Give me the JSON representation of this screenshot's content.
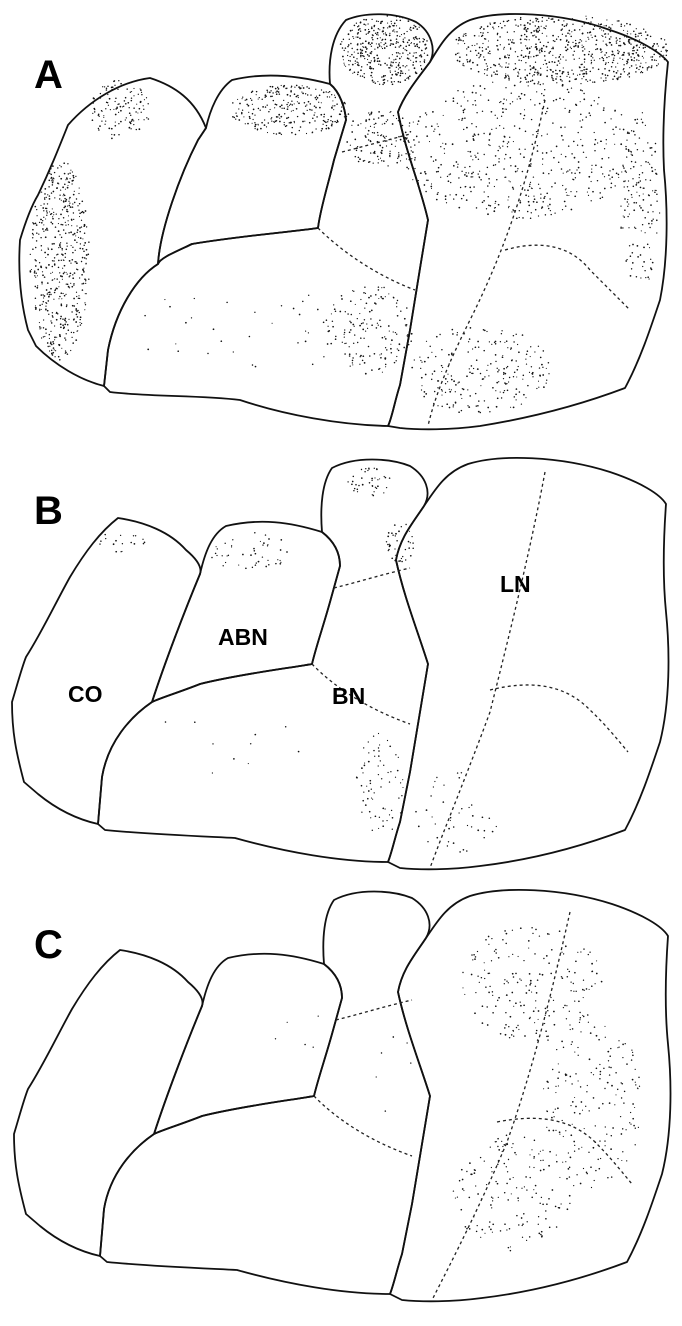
{
  "panels": [
    {
      "letter": "A",
      "density": "dense"
    },
    {
      "letter": "B",
      "density": "sparse"
    },
    {
      "letter": "C",
      "density": "lateral"
    }
  ],
  "region_labels": {
    "co": "CO",
    "abn": "ABN",
    "bn": "BN",
    "ln": "LN"
  },
  "colors": {
    "line": "#111111",
    "background": "#ffffff"
  }
}
